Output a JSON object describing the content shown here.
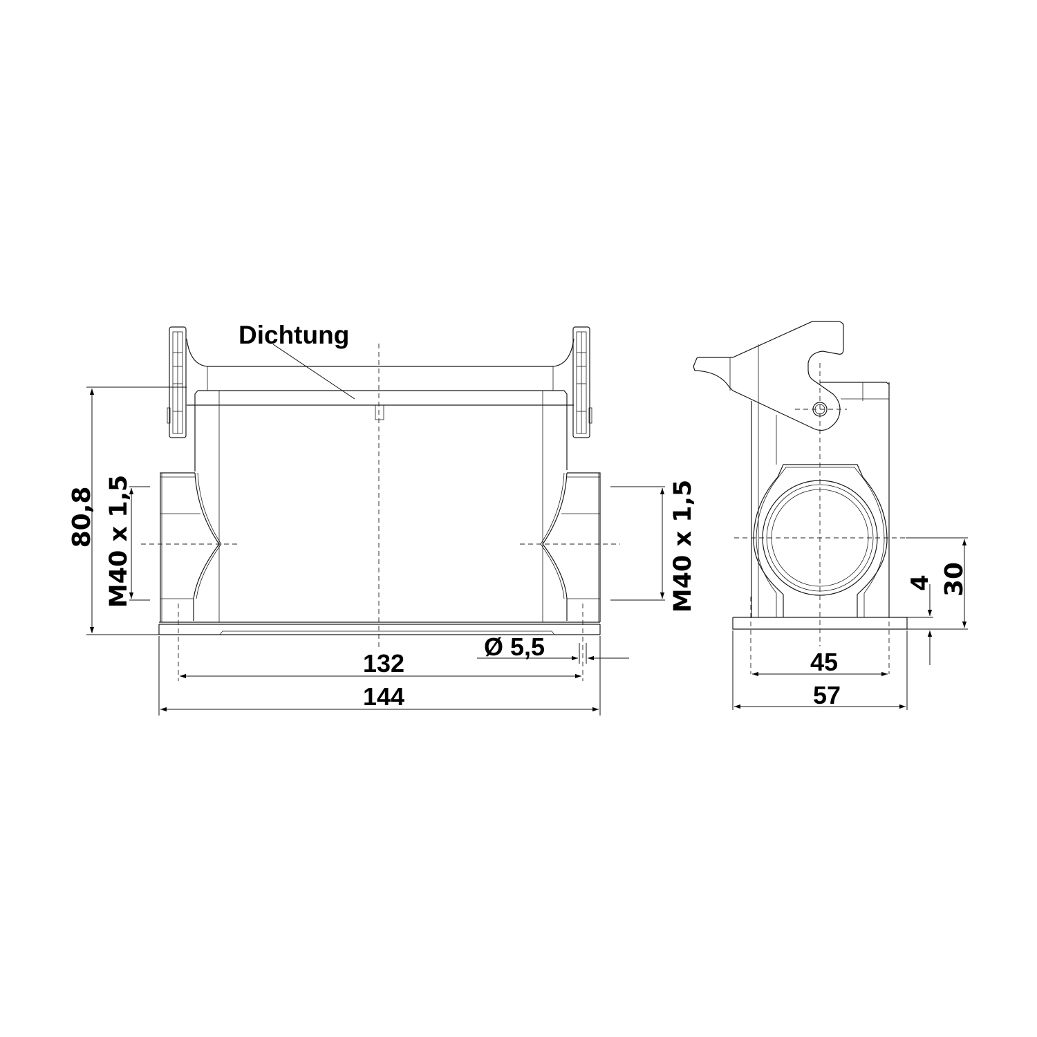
{
  "drawing": {
    "front_view": {
      "callout_label": "Dichtung",
      "height_dim": "80,8",
      "thread_left": "M40 x 1,5",
      "thread_right": "M40 x 1,5",
      "hole_dim": "Ø 5,5",
      "hole_spacing_dim": "132",
      "overall_width_dim": "144"
    },
    "side_view": {
      "center_height_dim": "30",
      "base_thickness_dim": "4",
      "hole_spacing_dim": "45",
      "overall_width_dim": "57"
    },
    "colors": {
      "line": "#1a1a1a",
      "background": "#ffffff"
    }
  }
}
